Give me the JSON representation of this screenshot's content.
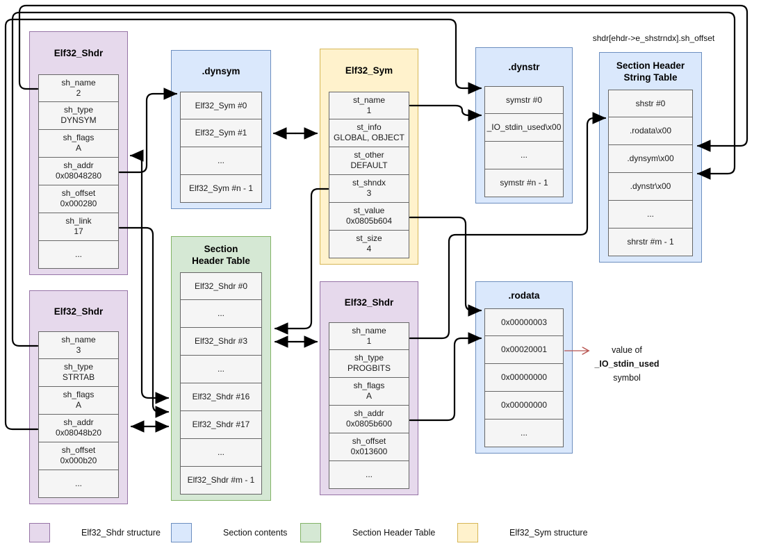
{
  "diagram": {
    "shstrndx_label": "shdr[ehdr->e_shstrndx].sh_offset",
    "boxes": {
      "shdr_dynsym": {
        "title": "Elf32_Shdr",
        "rows": [
          [
            "sh_name",
            "2"
          ],
          [
            "sh_type",
            "DYNSYM"
          ],
          [
            "sh_flags",
            "A"
          ],
          [
            "sh_addr",
            "0x08048280"
          ],
          [
            "sh_offset",
            "0x000280"
          ],
          [
            "sh_link",
            "17"
          ],
          [
            "..."
          ]
        ]
      },
      "dynsym": {
        "title": ".dynsym",
        "rows": [
          [
            "Elf32_Sym #0"
          ],
          [
            "Elf32_Sym #1"
          ],
          [
            "..."
          ],
          [
            "Elf32_Sym #n - 1"
          ]
        ]
      },
      "sym": {
        "title": "Elf32_Sym",
        "rows": [
          [
            "st_name",
            "1"
          ],
          [
            "st_info",
            "GLOBAL, OBJECT"
          ],
          [
            "st_other",
            "DEFAULT"
          ],
          [
            "st_shndx",
            "3"
          ],
          [
            "st_value",
            "0x0805b604"
          ],
          [
            "st_size",
            "4"
          ]
        ]
      },
      "dynstr": {
        "title": ".dynstr",
        "rows": [
          [
            "symstr #0"
          ],
          [
            "_IO_stdin_used\\x00"
          ],
          [
            "..."
          ],
          [
            "symstr #n - 1"
          ]
        ]
      },
      "shstrtab": {
        "title_line1": "Section Header",
        "title_line2": "String Table",
        "rows": [
          [
            "shstr #0"
          ],
          [
            ".rodata\\x00"
          ],
          [
            ".dynsym\\x00"
          ],
          [
            ".dynstr\\x00"
          ],
          [
            "..."
          ],
          [
            "shrstr #m - 1"
          ]
        ]
      },
      "shdr_strtab": {
        "title": "Elf32_Shdr",
        "rows": [
          [
            "sh_name",
            "3"
          ],
          [
            "sh_type",
            "STRTAB"
          ],
          [
            "sh_flags",
            "A"
          ],
          [
            "sh_addr",
            "0x08048b20"
          ],
          [
            "sh_offset",
            "0x000b20"
          ],
          [
            "..."
          ]
        ]
      },
      "sht": {
        "title_line1": "Section",
        "title_line2": "Header Table",
        "rows": [
          [
            "Elf32_Shdr #0"
          ],
          [
            "..."
          ],
          [
            "Elf32_Shdr #3"
          ],
          [
            "..."
          ],
          [
            "Elf32_Shdr #16"
          ],
          [
            "Elf32_Shdr #17"
          ],
          [
            "..."
          ],
          [
            "Elf32_Shdr #m - 1"
          ]
        ]
      },
      "shdr_rodata": {
        "title": "Elf32_Shdr",
        "rows": [
          [
            "sh_name",
            "1"
          ],
          [
            "sh_type",
            "PROGBITS"
          ],
          [
            "sh_flags",
            "A"
          ],
          [
            "sh_addr",
            "0x0805b600"
          ],
          [
            "sh_offset",
            "0x013600"
          ],
          [
            "..."
          ]
        ]
      },
      "rodata": {
        "title": ".rodata",
        "rows": [
          [
            "0x00000003"
          ],
          [
            "0x00020001"
          ],
          [
            "0x00000000"
          ],
          [
            "0x00000000"
          ],
          [
            "..."
          ]
        ]
      }
    },
    "annotation": {
      "line1": "value of",
      "line2": "_IO_stdin_used",
      "line3": "symbol"
    },
    "legend": [
      {
        "label": "Elf32_Shdr structure",
        "color": "#e6d9ec",
        "border": "#9673a6"
      },
      {
        "label": "Section contents",
        "color": "#dae8fc",
        "border": "#6c8ebf"
      },
      {
        "label": "Section Header Table",
        "color": "#d5e8d4",
        "border": "#82b366"
      },
      {
        "label": "Elf32_Sym structure",
        "color": "#fff2cc",
        "border": "#d6b656"
      }
    ],
    "colors": {
      "arrow": "#000000",
      "annotation_arrow": "#b85450",
      "row_fill": "#f5f5f5",
      "row_border": "#666666"
    }
  }
}
